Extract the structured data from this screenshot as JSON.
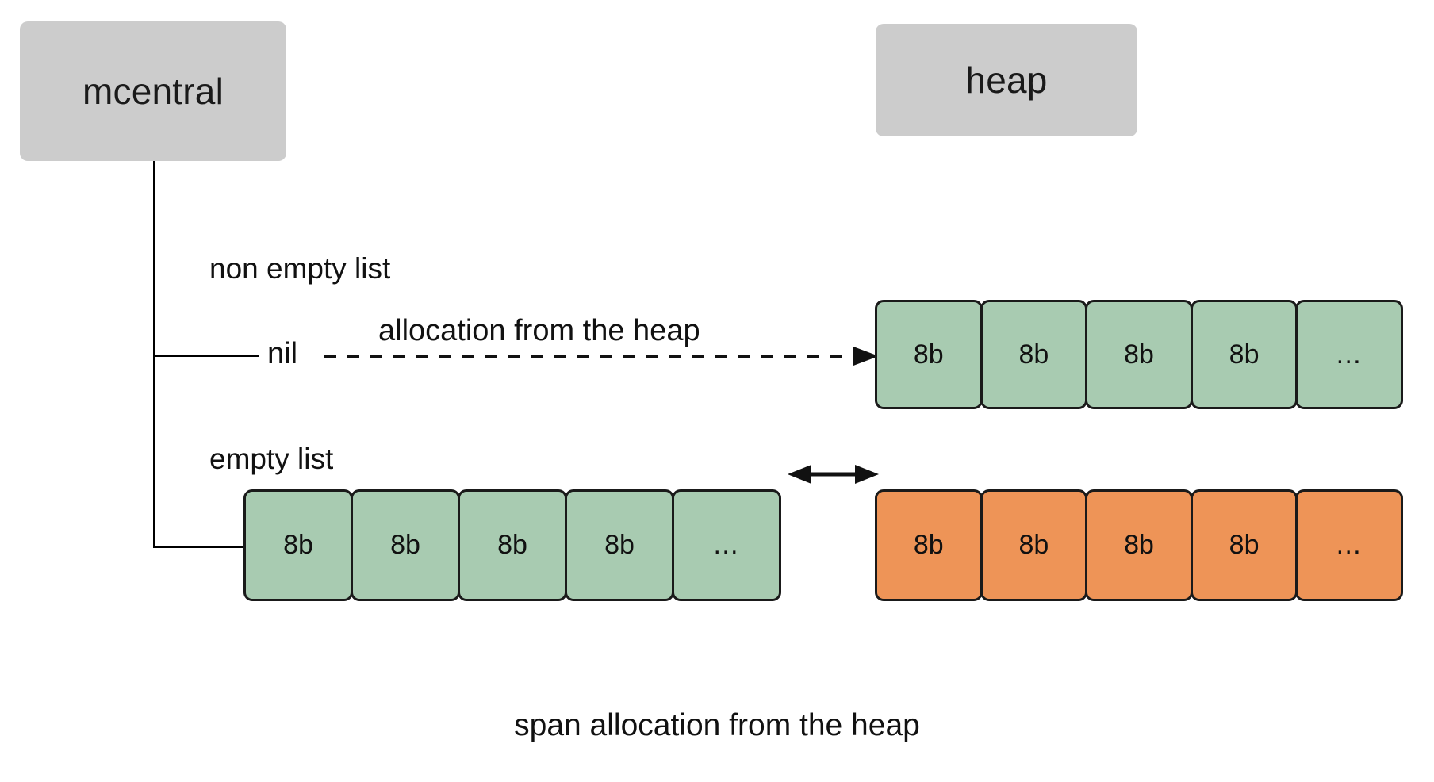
{
  "diagram": {
    "caption": "span allocation from the heap",
    "nodes": {
      "mcentral": "mcentral",
      "heap": "heap"
    },
    "labels": {
      "non_empty_list": "non empty list",
      "empty_list": "empty list",
      "nil": "nil",
      "allocation_from_heap": "allocation from the heap"
    },
    "colors": {
      "node_fill": "#cccccc",
      "span_green": "#a8cbb1",
      "span_orange": "#ee9457",
      "stroke": "#1a1a1a",
      "background": "#ffffff"
    },
    "rows": [
      {
        "id": "heap-green-span",
        "color": "green",
        "cells": [
          "8b",
          "8b",
          "8b",
          "8b",
          "…"
        ]
      },
      {
        "id": "mcentral-empty-list-span",
        "color": "green",
        "cells": [
          "8b",
          "8b",
          "8b",
          "8b",
          "…"
        ]
      },
      {
        "id": "heap-orange-span",
        "color": "orange",
        "cells": [
          "8b",
          "8b",
          "8b",
          "8b",
          "…"
        ]
      }
    ],
    "connectors": [
      {
        "id": "mcentral-trunk",
        "type": "solid-vertical"
      },
      {
        "id": "branch-to-nil",
        "type": "solid-horizontal"
      },
      {
        "id": "branch-to-empty-list",
        "type": "solid-horizontal"
      },
      {
        "id": "nil-to-heap-span",
        "type": "dashed-arrow",
        "label": "allocation from the heap"
      },
      {
        "id": "empty-list-to-heap-orange",
        "type": "double-headed-arrow"
      }
    ]
  }
}
